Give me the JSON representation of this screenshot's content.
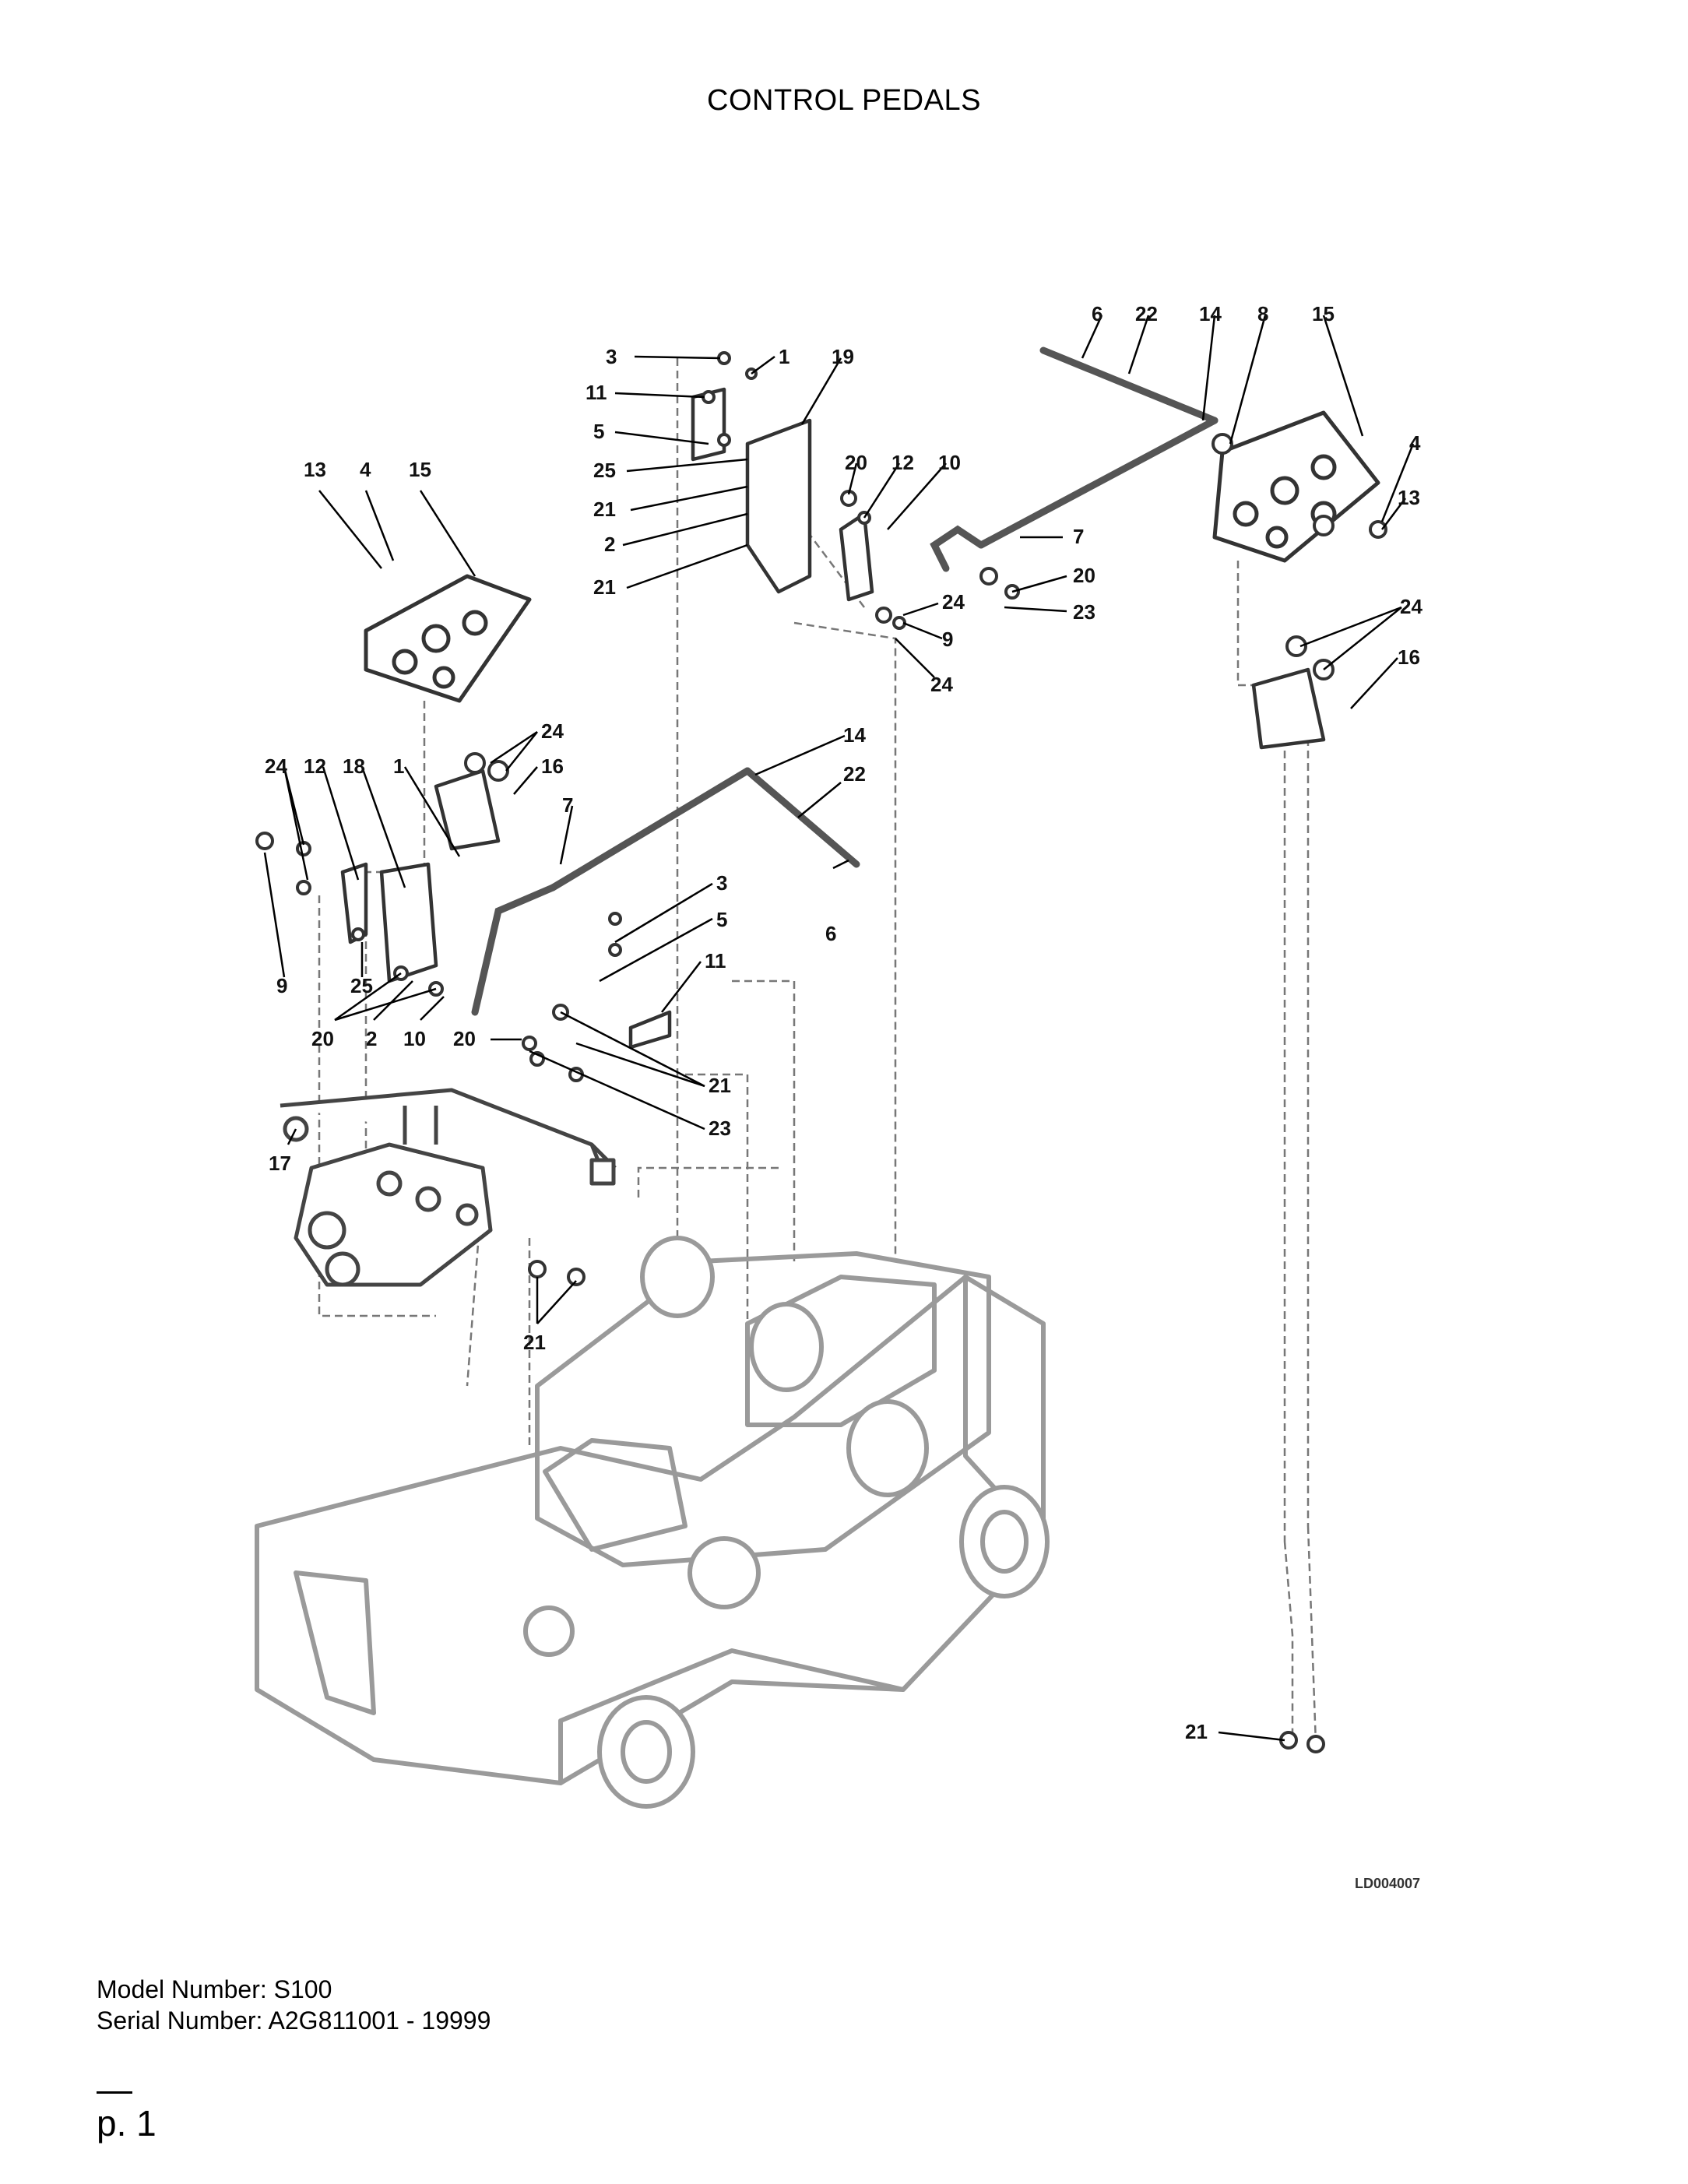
{
  "title": "CONTROL PEDALS",
  "diagram": {
    "reference_code": "LD004007",
    "callouts": {
      "c1": "3",
      "c2": "1",
      "c3": "19",
      "c4": "11",
      "c5": "5",
      "c6": "25",
      "c7": "21",
      "c8": "2",
      "c9": "21",
      "c10": "20",
      "c11": "12",
      "c12": "10",
      "c13": "7",
      "c14": "20",
      "c15": "24",
      "c16": "23",
      "c17": "9",
      "c18": "24",
      "c19": "6",
      "c20": "22",
      "c21": "14",
      "c22": "8",
      "c23": "15",
      "c24": "4",
      "c25": "13",
      "c26": "24",
      "c27": "16",
      "c28": "13",
      "c29": "4",
      "c30": "15",
      "c31": "24",
      "c32": "16",
      "c33": "24",
      "c34": "12",
      "c35": "18",
      "c36": "1",
      "c37": "7",
      "c38": "14",
      "c39": "22",
      "c40": "6",
      "c41": "3",
      "c42": "5",
      "c43": "11",
      "c44": "9",
      "c45": "25",
      "c46": "20",
      "c47": "2",
      "c48": "10",
      "c49": "20",
      "c50": "21",
      "c51": "23",
      "c52": "17",
      "c53": "21",
      "c54": "21"
    }
  },
  "model_label": "Model Number:",
  "model_value": "S100",
  "serial_label": "Serial Number:",
  "serial_value": "A2G811001 - 19999",
  "page_number": "p. 1"
}
